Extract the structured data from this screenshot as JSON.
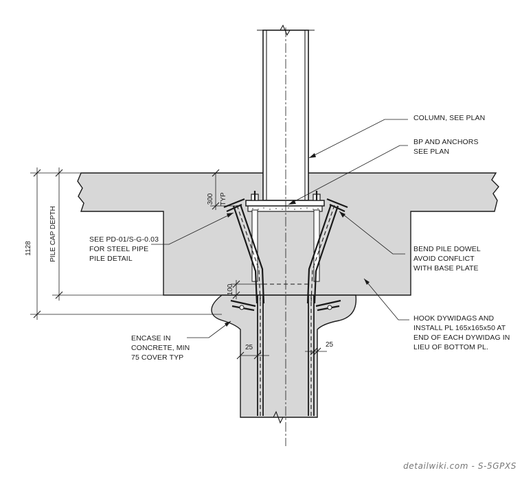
{
  "notes": {
    "column": "COLUMN, SEE PLAN",
    "bp_line1": "BP AND ANCHORS",
    "bp_line2": "SEE PLAN",
    "pd_line1": "SEE PD-01/S-G-0.03",
    "pd_line2": "FOR STEEL PIPE",
    "pd_line3": "PILE DETAIL",
    "bend_line1": "BEND PILE DOWEL",
    "bend_line2": "AVOID CONFLICT",
    "bend_line3": "WITH BASE PLATE",
    "hook_line1": "HOOK DYWIDAGS AND",
    "hook_line2": "INSTALL PL 165x165x50 AT",
    "hook_line3": "END OF EACH DYWIDAG IN",
    "hook_line4": "LIEU OF BOTTOM PL.",
    "encase_line1": "ENCASE IN",
    "encase_line2": "CONCRETE, MIN",
    "encase_line3": "75 COVER TYP"
  },
  "dimensions": {
    "overall": "1128",
    "pile_cap_depth": "PILE CAP DEPTH",
    "anchor_depth": "300",
    "anchor_typ": "TYP",
    "embed": "100",
    "cover_left": "25",
    "cover_right": "25"
  },
  "watermark": "detailwiki.com - S-5GPXS",
  "colors": {
    "concrete": "#d7d7d7",
    "linework": "#1a1a1a"
  }
}
